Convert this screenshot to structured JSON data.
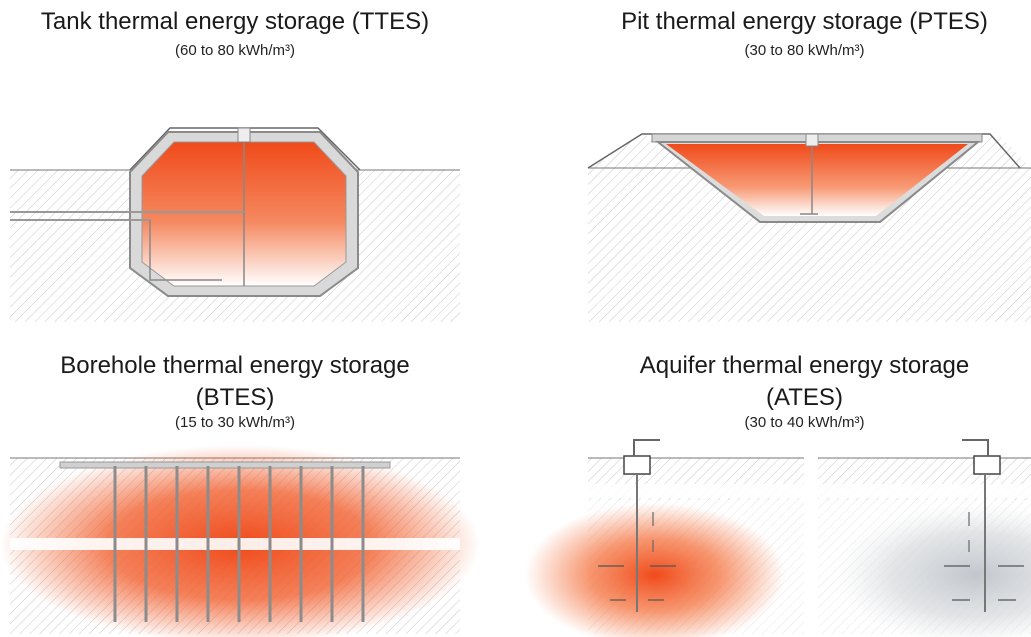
{
  "panels": {
    "ttes": {
      "title": "Tank thermal energy storage (TTES)",
      "subtitle": "(60 to 80 kWh/m³)"
    },
    "ptes": {
      "title": "Pit thermal energy storage (PTES)",
      "subtitle": "(30 to 80 kWh/m³)"
    },
    "btes": {
      "title": "Borehole thermal energy storage",
      "title_line2": "(BTES)",
      "subtitle": "(15 to 30 kWh/m³)"
    },
    "ates": {
      "title": "Aquifer thermal energy storage",
      "title_line2": "(ATES)",
      "subtitle": "(30 to 40 kWh/m³)"
    }
  },
  "colors": {
    "hot": "#f04a1a",
    "cold": "#c9ccd1",
    "wall": "#9a9a9a",
    "hatch": "#cfcfcf"
  }
}
